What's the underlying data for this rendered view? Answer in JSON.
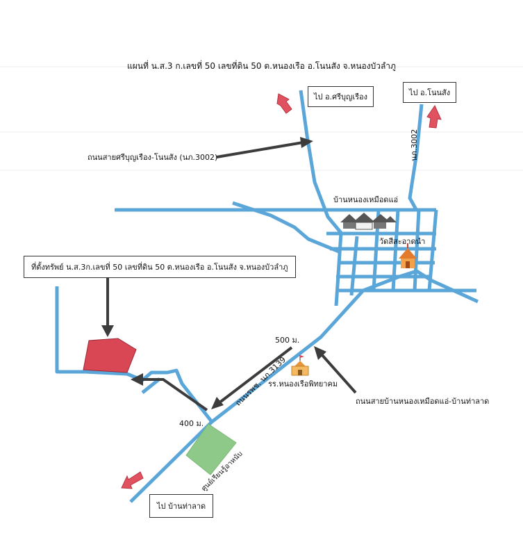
{
  "title": "แผนที่ น.ส.3 ก.เลขที่ 50 เลขที่ดิน 50 ต.หนองเรือ อ.โนนสัง จ.หนองบัวลำภู",
  "destinations": {
    "si_bun_rueang": "ไป อ.ศรีบุญเรือง",
    "non_sang": "ไป อ.โนนสัง",
    "ban_tha_lat": "ไป บ้านท่าลาด"
  },
  "roads": {
    "si_bun_rueang_non_sang": "ถนนสายศรีบุญเรือง-โนนสัง (นภ.3002)",
    "nb3002": "นภ.3002",
    "nb3139": "ถนนรพช. นภ.3139",
    "nong_muet_tha_lat": "ถนนสายบ้านหนองเหมือดแอ่-บ้านท่าลาด"
  },
  "places": {
    "village": "บ้านหนองเหมือดแอ่",
    "temple": "วัดสีสะอาดนำ",
    "school": "รร.หนองเรือพิทยาคม",
    "learning_center": "ศูนย์เรียนรู้อาหนับ",
    "property": "ที่ตั้งทรัพย์ น.ส.3ก.เลขที่ 50 เลขที่ดิน 50 ต.หนองเรือ อ.โนนสัง จ.หนองบัวลำภู"
  },
  "distances": {
    "d500": "500 ม.",
    "d400": "400 ม."
  },
  "colors": {
    "road": "#5aa6d8",
    "arrow_dest": "#e0525f",
    "pointer": "#3c3c3c",
    "property": "#d94654",
    "learning_center": "#8fc98a"
  }
}
